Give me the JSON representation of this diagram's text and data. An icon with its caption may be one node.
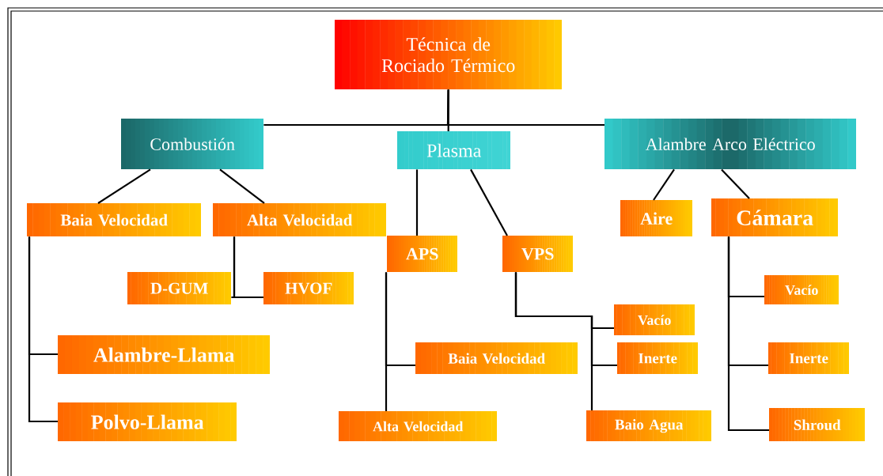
{
  "diagram": {
    "nodes": [
      {
        "text": [
          "Técnica de Rociado Térmico"
        ]
      },
      {
        "text": [
          "Combustión"
        ]
      },
      {
        "text": [
          "Plasma"
        ]
      },
      {
        "text": [
          "Alambre Arco Eléctrico"
        ]
      },
      {
        "text": [
          "Baia Velocidad"
        ]
      },
      {
        "text": [
          "Alta Velocidad"
        ]
      },
      {
        "text": [
          "Aire"
        ]
      },
      {
        "text": [
          "Cámara"
        ]
      },
      {
        "text": [
          "APS"
        ]
      },
      {
        "text": [
          "VPS"
        ]
      },
      {
        "text": [
          "D-GUM"
        ]
      },
      {
        "text": [
          "HVOF"
        ]
      },
      {
        "text": [
          "Vacío"
        ]
      },
      {
        "text": [
          "Vacío"
        ]
      },
      {
        "text": [
          "Alambre-Llama"
        ]
      },
      {
        "text": [
          "Baia Velocidad"
        ]
      },
      {
        "text": [
          "Inerte"
        ]
      },
      {
        "text": [
          "Inerte"
        ]
      },
      {
        "text": [
          "Polvo-Llama"
        ]
      },
      {
        "text": [
          "Alta Velocidad"
        ]
      },
      {
        "text": [
          "Baio Agua"
        ]
      },
      {
        "text": [
          "Shroud"
        ]
      }
    ],
    "edges": [
      {
        "from": 0,
        "to": 1,
        "arrow": "none"
      },
      {
        "from": 0,
        "to": 2,
        "arrow": "none"
      },
      {
        "from": 0,
        "to": 3,
        "arrow": "none"
      },
      {
        "from": 1,
        "to": 4,
        "arrow": "none"
      },
      {
        "from": 1,
        "to": 5,
        "arrow": "none"
      },
      {
        "from": 2,
        "to": 8,
        "arrow": "none"
      },
      {
        "from": 2,
        "to": 9,
        "arrow": "none"
      },
      {
        "from": 3,
        "to": 6,
        "arrow": "none"
      },
      {
        "from": 3,
        "to": 7,
        "arrow": "none"
      },
      {
        "from": 4,
        "to": 14,
        "arrow": "none"
      },
      {
        "from": 4,
        "to": 18,
        "arrow": "none"
      },
      {
        "from": 5,
        "to": 10,
        "arrow": "none"
      },
      {
        "from": 5,
        "to": 11,
        "arrow": "none"
      },
      {
        "from": 7,
        "to": 12,
        "arrow": "none"
      },
      {
        "from": 7,
        "to": 17,
        "arrow": "none"
      },
      {
        "from": 7,
        "to": 21,
        "arrow": "none"
      },
      {
        "from": 8,
        "to": 15,
        "arrow": "none"
      },
      {
        "from": 8,
        "to": 19,
        "arrow": "none"
      },
      {
        "from": 9,
        "to": 13,
        "arrow": "none"
      },
      {
        "from": 9,
        "to": 16,
        "arrow": "none"
      },
      {
        "from": 9,
        "to": 20,
        "arrow": "none"
      }
    ]
  }
}
